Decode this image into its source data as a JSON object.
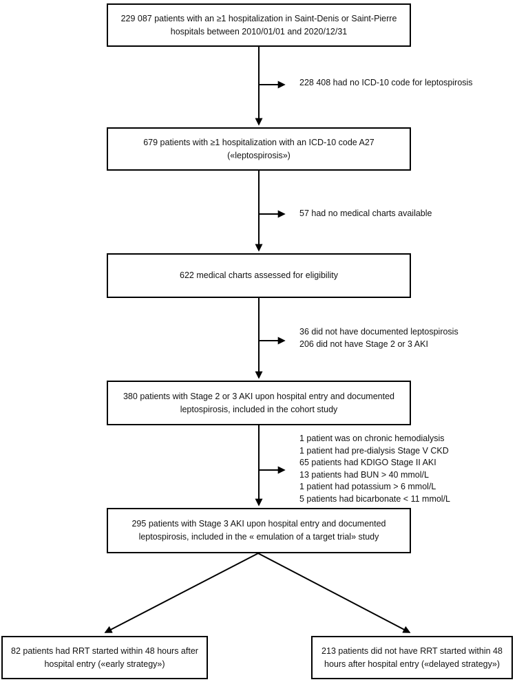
{
  "diagram": {
    "kind": "patient-flow-chart",
    "colors": {
      "line": "#000000",
      "background": "#ffffff",
      "text": "#111111"
    },
    "boxes": [
      {
        "id": "all-hospitalizations",
        "lines": [
          "229 087 patients with an ≥1 hospitalization in Saint-Denis or Saint-Pierre",
          "hospitals between 2010/01/01 and 2020/12/31"
        ]
      },
      {
        "id": "icd10-a27",
        "lines": [
          "679 patients with ≥1 hospitalization with an ICD-10 code A27",
          "(«leptospirosis»)"
        ]
      },
      {
        "id": "charts-assessed",
        "lines": [
          "622 medical charts assessed for eligibility"
        ]
      },
      {
        "id": "cohort-study",
        "lines": [
          "380 patients with Stage 2 or 3 AKI upon hospital entry and documented",
          "leptospirosis, included in the cohort study"
        ]
      },
      {
        "id": "target-trial",
        "lines": [
          "295 patients with Stage 3 AKI upon hospital entry and documented",
          "leptospirosis, included in the « emulation of a target trial» study"
        ]
      },
      {
        "id": "early-strategy",
        "lines": [
          "82 patients had RRT started within 48 hours after",
          "hospital entry («early strategy»)"
        ]
      },
      {
        "id": "delayed-strategy",
        "lines": [
          "213 patients did not have RRT started within 48",
          "hours after hospital entry («delayed strategy»)"
        ]
      }
    ],
    "exclusions": [
      {
        "id": "no-icd10",
        "lines": [
          "228 408 had no ICD-10 code for leptospirosis"
        ]
      },
      {
        "id": "no-charts",
        "lines": [
          "57 had no medical charts available"
        ]
      },
      {
        "id": "not-eligible",
        "lines": [
          "36 did not have documented leptospirosis",
          "206 did not have Stage 2 or 3 AKI"
        ]
      },
      {
        "id": "trial-exclusions",
        "lines": [
          "1 patient was on chronic hemodialysis",
          "1 patient had pre-dialysis Stage V CKD",
          "65 patients had KDIGO Stage II AKI",
          "13 patients had BUN > 40 mmol/L",
          "1 patient had potassium > 6 mmol/L",
          "5 patients had bicarbonate < 11 mmol/L"
        ]
      }
    ]
  }
}
